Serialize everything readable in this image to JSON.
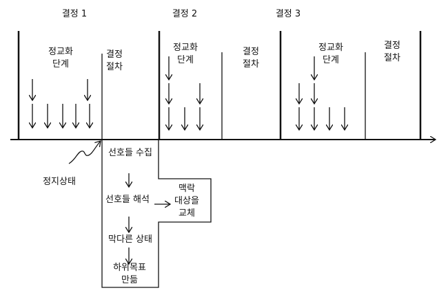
{
  "decisions": [
    {
      "title": "결정 1",
      "phase_a": [
        "정교화",
        "단계"
      ],
      "phase_b": [
        "결정",
        "절차"
      ]
    },
    {
      "title": "결정 2",
      "phase_a": [
        "정교화",
        "단계"
      ],
      "phase_b": [
        "결정",
        "절차"
      ]
    },
    {
      "title": "결정 3",
      "phase_a": [
        "정교화",
        "단계"
      ],
      "phase_b": [
        "결정",
        "절차"
      ]
    }
  ],
  "impasse_label": "정지상태",
  "process": {
    "step1": "선호들 수집",
    "step2": "선호들 해석",
    "step3": "막다른 상태",
    "step4": [
      "하위목표",
      "만듦"
    ],
    "side": [
      "맥락",
      "대상을",
      "교체"
    ]
  }
}
